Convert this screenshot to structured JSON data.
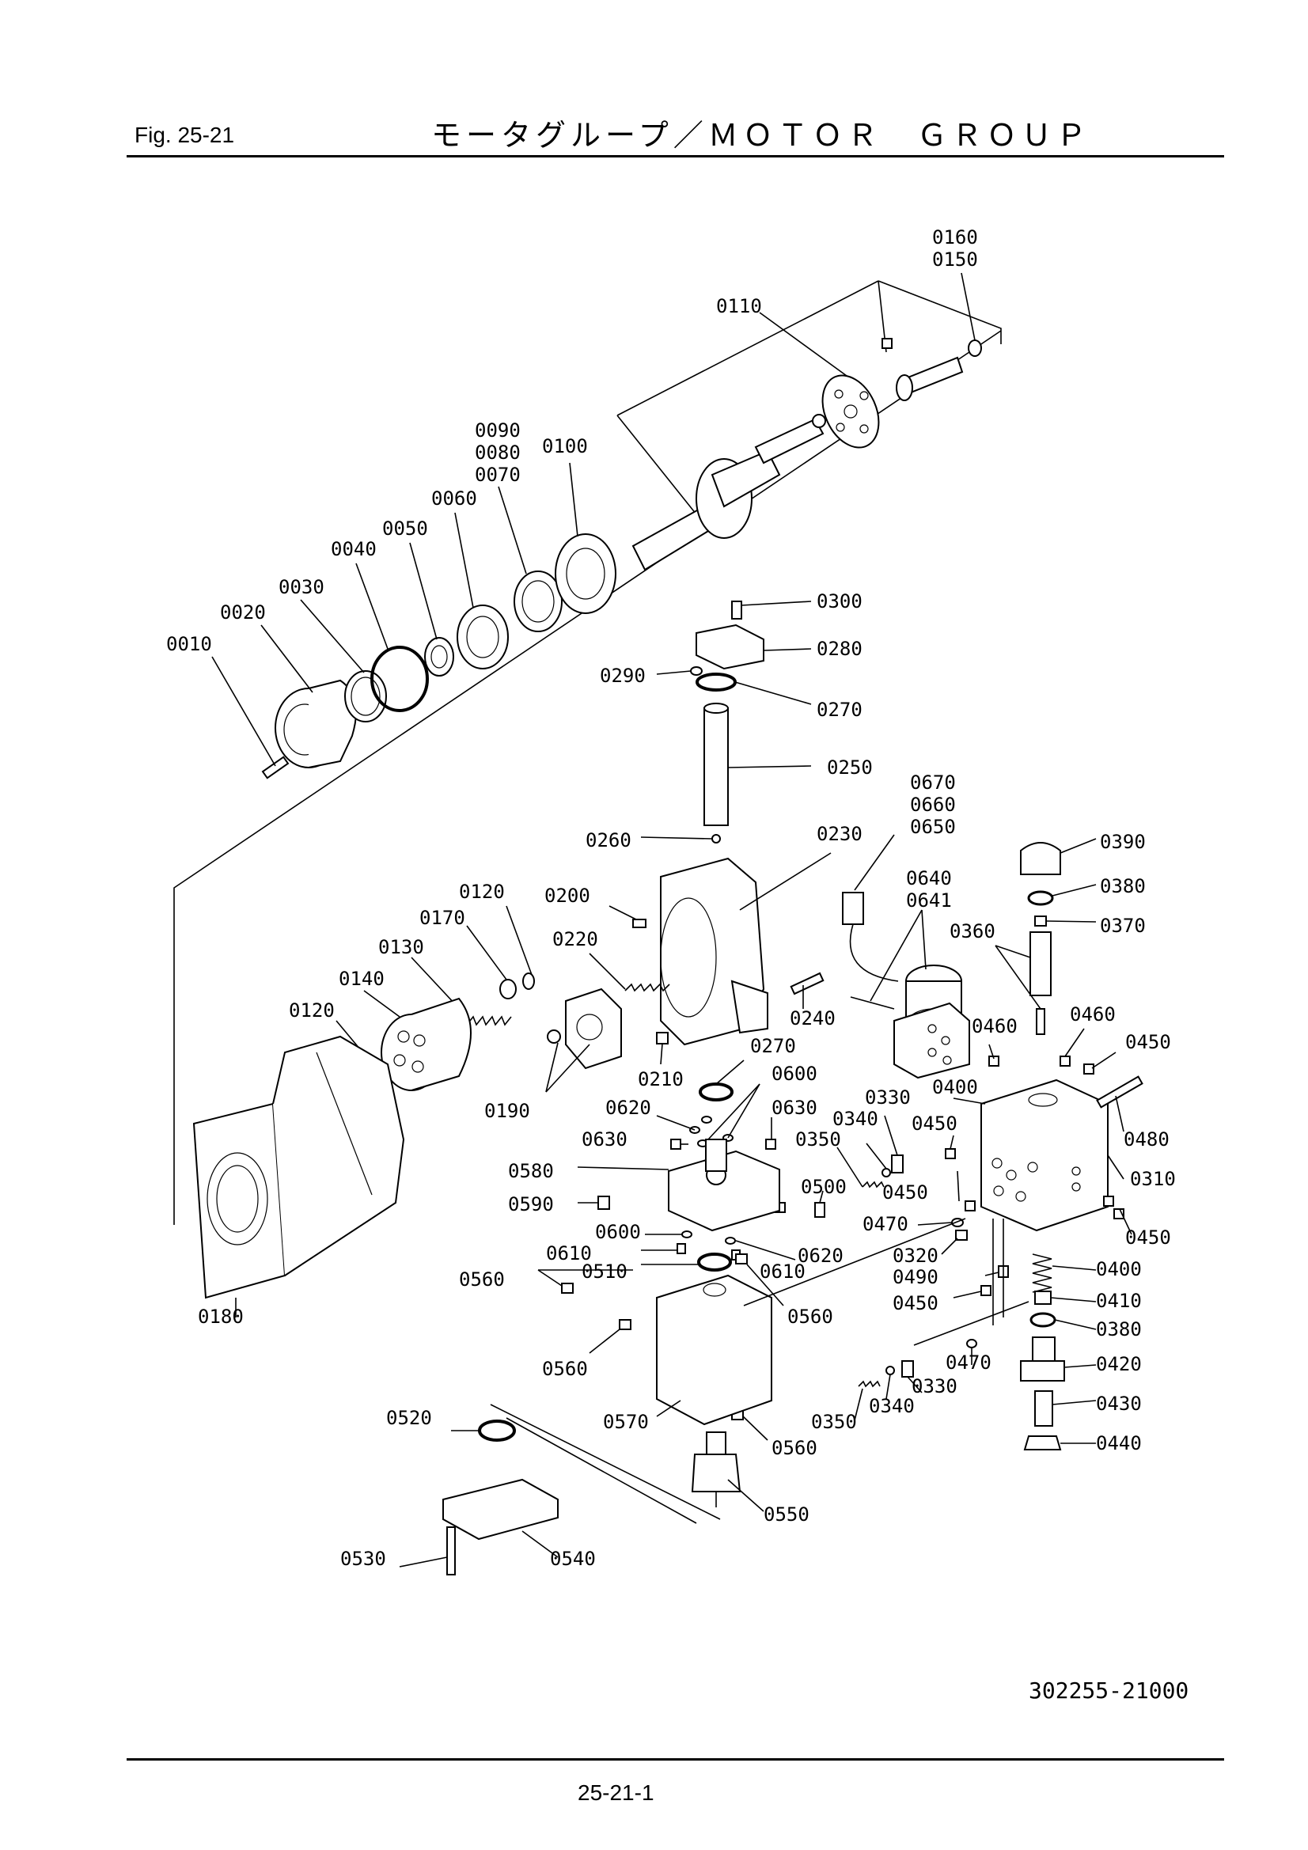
{
  "header": {
    "fig_label": "Fig.  25-21",
    "title": "モータグループ／ＭＯＴＯＲ　ＧＲＯＵＰ"
  },
  "footer": {
    "drawing_number": "302255-21000",
    "page_number": "25-21-1"
  },
  "callouts": {
    "c0010": "0010",
    "c0020": "0020",
    "c0030": "0030",
    "c0040": "0040",
    "c0050": "0050",
    "c0060": "0060",
    "c0070": "0070",
    "c0080": "0080",
    "c0090": "0090",
    "c0100": "0100",
    "c0110": "0110",
    "c0120a": "0120",
    "c0120b": "0120",
    "c0130": "0130",
    "c0140": "0140",
    "c0150": "0150",
    "c0160": "0160",
    "c0170": "0170",
    "c0180": "0180",
    "c0190": "0190",
    "c0200": "0200",
    "c0210": "0210",
    "c0220": "0220",
    "c0230": "0230",
    "c0240": "0240",
    "c0250": "0250",
    "c0260": "0260",
    "c0270a": "0270",
    "c0270b": "0270",
    "c0280": "0280",
    "c0290": "0290",
    "c0300": "0300",
    "c0310": "0310",
    "c0320": "0320",
    "c0330a": "0330",
    "c0330b": "0330",
    "c0340a": "0340",
    "c0340b": "0340",
    "c0350a": "0350",
    "c0350b": "0350",
    "c0360": "0360",
    "c0370": "0370",
    "c0380a": "0380",
    "c0380b": "0380",
    "c0390": "0390",
    "c0400a": "0400",
    "c0400b": "0400",
    "c0410": "0410",
    "c0420": "0420",
    "c0430": "0430",
    "c0440": "0440",
    "c0450a": "0450",
    "c0450b": "0450",
    "c0450c": "0450",
    "c0450d": "0450",
    "c0450e": "0450",
    "c0460a": "0460",
    "c0460b": "0460",
    "c0470a": "0470",
    "c0470b": "0470",
    "c0480": "0480",
    "c0490": "0490",
    "c0500": "0500",
    "c0510": "0510",
    "c0520": "0520",
    "c0530": "0530",
    "c0540": "0540",
    "c0550": "0550",
    "c0560a": "0560",
    "c0560b": "0560",
    "c0560c": "0560",
    "c0560d": "0560",
    "c0570": "0570",
    "c0580": "0580",
    "c0590": "0590",
    "c0600a": "0600",
    "c0600b": "0600",
    "c0610a": "0610",
    "c0610b": "0610",
    "c0620a": "0620",
    "c0620b": "0620",
    "c0630a": "0630",
    "c0630b": "0630",
    "c0640": "0640",
    "c0641": "0641",
    "c0650": "0650",
    "c0660": "0660",
    "c0670": "0670"
  }
}
